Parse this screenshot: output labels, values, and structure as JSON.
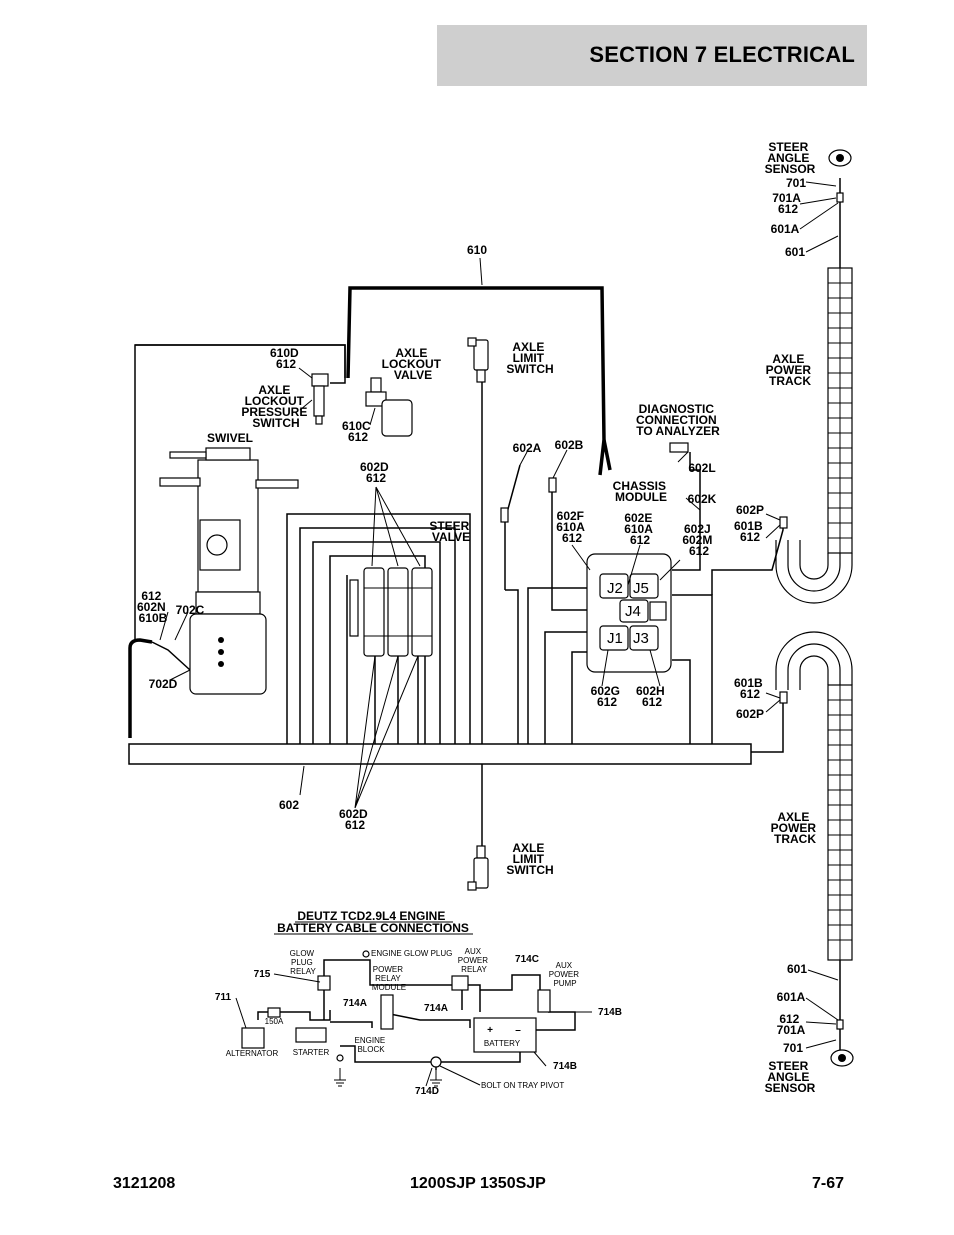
{
  "header": {
    "title": "SECTION 7   ELECTRICAL"
  },
  "footer": {
    "doc_number": "3121208",
    "models": "1200SJP 1350SJP",
    "page": "7-67"
  },
  "labels": {
    "steer_angle_sensor_top": [
      "STEER",
      "ANGLE",
      "SENSOR"
    ],
    "w701_top": "701",
    "w701a_612_top": [
      "701A",
      "612"
    ],
    "w601a_top": "601A",
    "w601_top": "601",
    "w610": "610",
    "axle_power_track_top": [
      "AXLE",
      "POWER",
      "TRACK"
    ],
    "w610d_612": [
      "610D",
      "612"
    ],
    "axle_lockout_valve": [
      "AXLE",
      "LOCKOUT",
      "VALVE"
    ],
    "axle_limit_switch_top": [
      "AXLE",
      "LIMIT",
      "SWITCH"
    ],
    "axle_lockout_pressure_switch": [
      "AXLE",
      "LOCKOUT",
      "PRESSURE",
      "SWITCH"
    ],
    "w610c_612": [
      "610C",
      "612"
    ],
    "diagnostic_connection": [
      "DIAGNOSTIC",
      "CONNECTION",
      "TO ANALYZER"
    ],
    "swivel": "SWIVEL",
    "w602a": "602A",
    "w602b": "602B",
    "w602l": "602L",
    "w602d_612_top": [
      "602D",
      "612"
    ],
    "chassis_module": [
      "CHASSIS",
      "MODULE"
    ],
    "w602k": "602K",
    "steer_valve": [
      "STEER",
      "VALVE"
    ],
    "w602f_610a_612": [
      "602F",
      "610A",
      "612"
    ],
    "w602e_610a_612": [
      "602E",
      "610A",
      "612"
    ],
    "w602j_602m_612": [
      "602J",
      "602M",
      "612"
    ],
    "w602p_top": "602P",
    "w601b_612_top": [
      "601B",
      "612"
    ],
    "connectors": {
      "j2": "J2",
      "j5": "J5",
      "j4": "J4",
      "j1": "J1",
      "j3": "J3"
    },
    "w612_602n_610b": [
      "612",
      "602N",
      "610B"
    ],
    "w702c": "702C",
    "w702d": "702D",
    "w602g_612": [
      "602G",
      "612"
    ],
    "w602h_612": [
      "602H",
      "612"
    ],
    "w601b_612_bottom": [
      "601B",
      "612"
    ],
    "w602p_bottom": "602P",
    "w602": "602",
    "w602d_612_bottom": [
      "602D",
      "612"
    ],
    "axle_power_track_bottom": [
      "AXLE",
      "POWER",
      "TRACK"
    ],
    "axle_limit_switch_bottom": [
      "AXLE",
      "LIMIT",
      "SWITCH"
    ],
    "battery_title": [
      "DEUTZ  TCD2.9L4 ENGINE",
      "BATTERY CABLE CONNECTIONS"
    ],
    "glow_plug_relay": [
      "GLOW",
      "PLUG",
      "RELAY"
    ],
    "engine_glow_plug": "ENGINE GLOW PLUG",
    "aux_power_relay": [
      "AUX",
      "POWER",
      "RELAY"
    ],
    "w714c": "714C",
    "aux_power_pump": [
      "AUX",
      "POWER",
      "PUMP"
    ],
    "w715": "715",
    "power_relay_module": [
      "POWER",
      "RELAY",
      "MODULE"
    ],
    "w711": "711",
    "w714a_left": "714A",
    "w714a_right": "714A",
    "w714b_top": "714B",
    "w150a": "150A",
    "alternator": "ALTERNATOR",
    "starter": "STARTER",
    "engine_block": [
      "ENGINE",
      "BLOCK"
    ],
    "battery": "BATTERY",
    "battery_plus": "+",
    "battery_minus": "–",
    "w714b_bottom": "714B",
    "bolt_on_tray_pivot": "BOLT ON TRAY PIVOT",
    "w714d": "714D",
    "w601_bottom": "601",
    "w601a_bottom": "601A",
    "w612_701a_bottom": [
      "612",
      "701A"
    ],
    "w701_bottom": "701",
    "steer_angle_sensor_bottom": [
      "STEER",
      "ANGLE",
      "SENSOR"
    ]
  }
}
